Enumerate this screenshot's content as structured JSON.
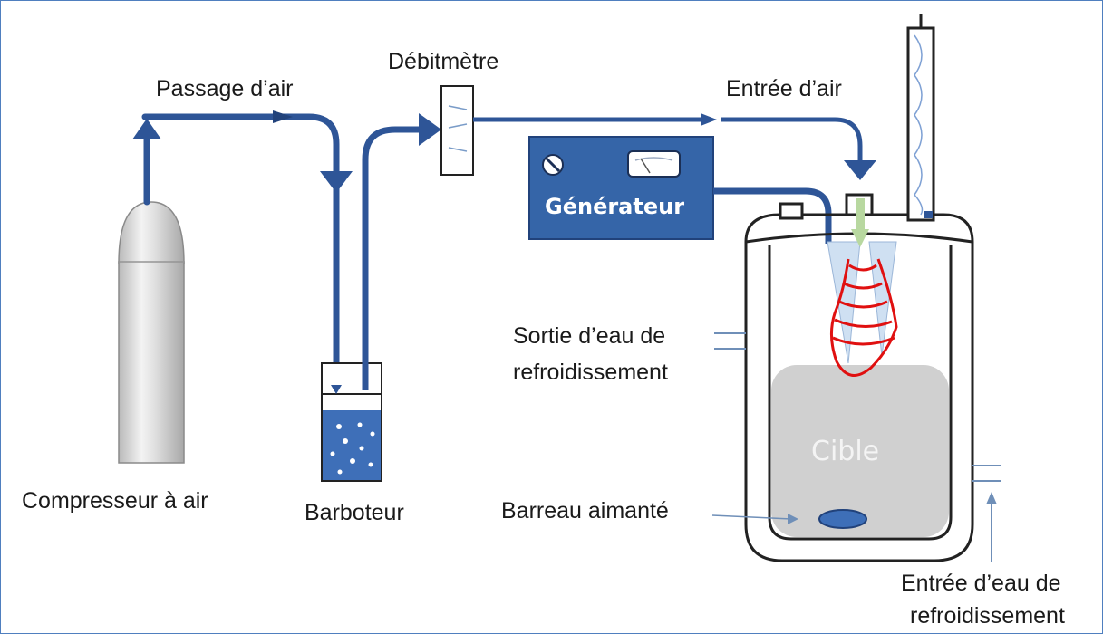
{
  "labels": {
    "passage_air": "Passage d’air",
    "debitmetre": "Débitmètre",
    "entree_air": "Entrée d’air",
    "generateur": "Générateur",
    "sortie_eau_line1": "Sortie d’eau de",
    "sortie_eau_line2": "refroidissement",
    "cible": "Cible",
    "barreau_aimante": "Barreau aimanté",
    "compresseur": "Compresseur à air",
    "barboteur": "Barboteur",
    "entree_eau_line1": "Entrée d’eau de",
    "entree_eau_line2": "refroidissement"
  },
  "colors": {
    "pipe": "#2e5597",
    "pipe_dark": "#21427b",
    "generator_fill": "#3565a8",
    "plasma_red": "#e01010",
    "target_gray": "#d0d0d0",
    "electrode_light": "#cfe0f2",
    "cylinder_gray": "#c9c9c9",
    "air_arrow_green": "#b8d8a0",
    "frame_border": "#4f7fbf"
  },
  "icons": {
    "generator_knob": "knob-icon",
    "generator_meter": "meter-icon"
  }
}
